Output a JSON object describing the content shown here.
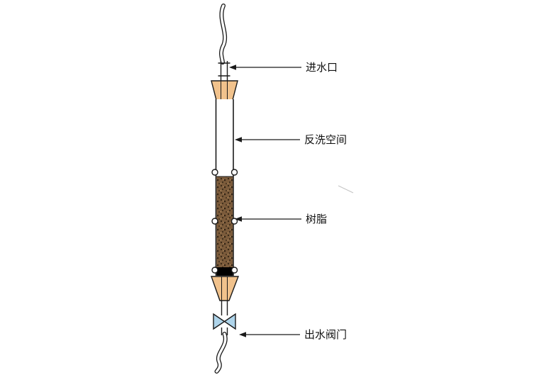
{
  "diagram": {
    "labels": {
      "inlet": "进水口",
      "backwash": "反洗空间",
      "resin": "树脂",
      "outlet_valve": "出水阀门"
    },
    "colors": {
      "outline": "#1a1a1a",
      "stopper_fill": "#f1c28c",
      "resin_fill": "#7b5b3b",
      "resin_dot_dark": "#332414",
      "resin_dot_light": "#b68f60",
      "valve_fill": "#aed4ea",
      "support_band": "#000000",
      "tube_fill": "#ffffff"
    }
  }
}
